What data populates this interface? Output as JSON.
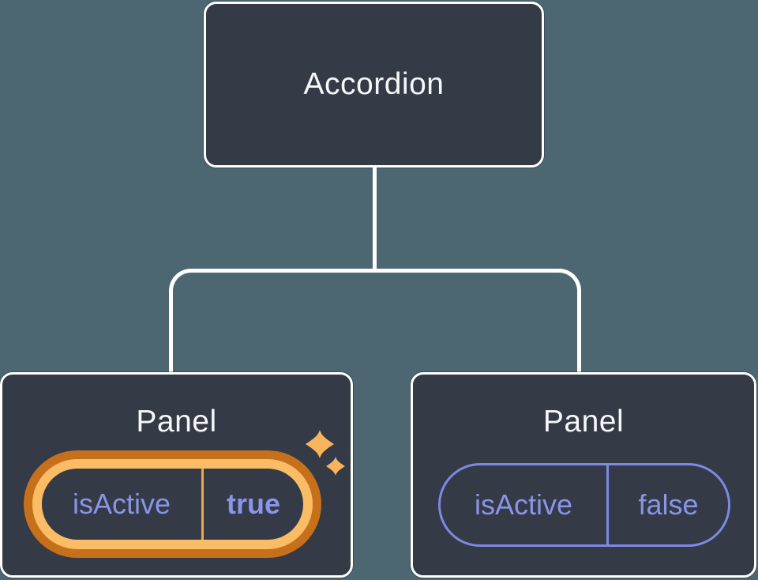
{
  "canvas": {
    "background": "#4C6772"
  },
  "palette": {
    "node_bg": "#343A46",
    "node_border": "#FFFFFF",
    "node_text": "#F6F7F9",
    "connector": "#FFFFFF",
    "purple_border": "#7E89E4",
    "purple_text": "#8A94E8",
    "highlight_ring_outer": "#C7701C",
    "highlight_ring_inner": "#FABD66",
    "highlight_divider": "#E9A94F",
    "sparkle": "#F7B45C"
  },
  "tree": {
    "root": {
      "label": "Accordion"
    },
    "children": [
      {
        "label": "Panel",
        "highlighted": true,
        "state": {
          "key": "isActive",
          "value": "true"
        }
      },
      {
        "label": "Panel",
        "highlighted": false,
        "state": {
          "key": "isActive",
          "value": "false"
        }
      }
    ]
  }
}
